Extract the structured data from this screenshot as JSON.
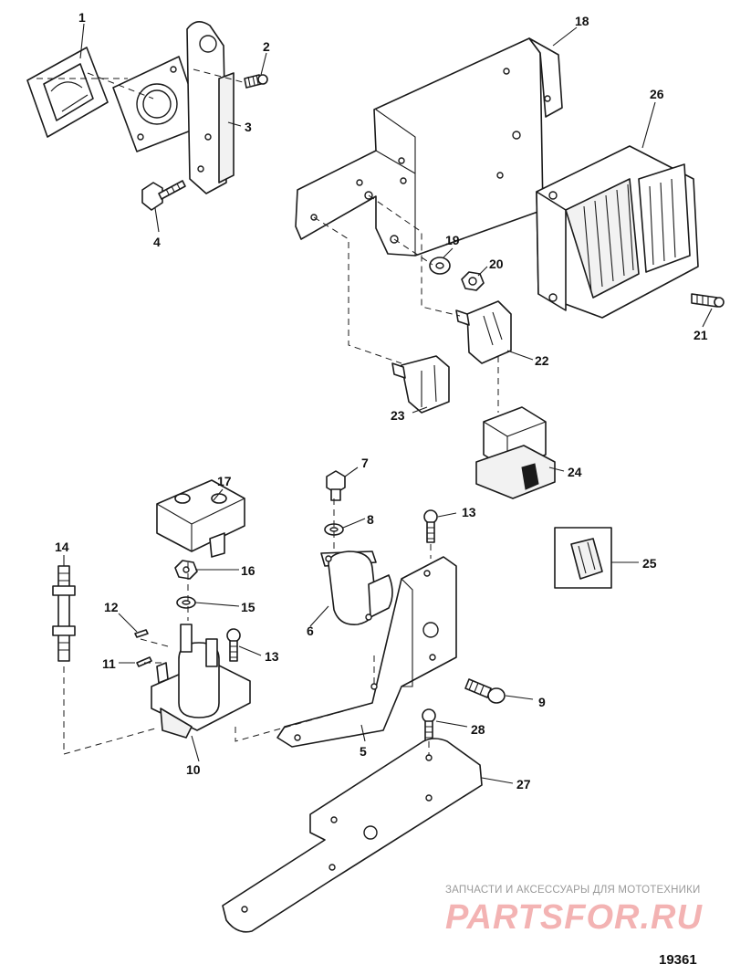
{
  "callouts": [
    "1",
    "2",
    "3",
    "4",
    "5",
    "6",
    "7",
    "8",
    "9",
    "10",
    "11",
    "12",
    "13",
    "13",
    "14",
    "15",
    "16",
    "17",
    "18",
    "19",
    "20",
    "21",
    "22",
    "23",
    "24",
    "25",
    "26",
    "27",
    "28"
  ],
  "watermark": {
    "caption": "ЗАПЧАСТИ И АКСЕССУАРЫ ДЛЯ МОТОТЕХНИКИ",
    "logo": "PARTSFOR.RU"
  },
  "figure_number": "19361",
  "colors": {
    "line": "#1a1a1a",
    "watermark_logo": "#f3b3b3",
    "watermark_caption": "#9a9a9a"
  }
}
